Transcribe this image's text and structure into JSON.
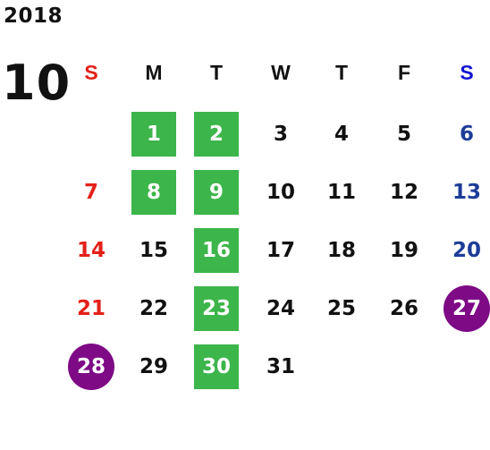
{
  "year": "2018",
  "month": "10",
  "colors": {
    "sunday": "#e32119",
    "saturday": "#1d3c98",
    "saturday_header": "#1414d6",
    "default": "#111111",
    "green_mark": "#3cb54a",
    "purple_mark": "#7e0a86"
  },
  "weekdays": [
    "S",
    "M",
    "T",
    "W",
    "T",
    "F",
    "S"
  ],
  "weeks": [
    [
      {
        "day": "",
        "mark": null
      },
      {
        "day": "1",
        "mark": "green"
      },
      {
        "day": "2",
        "mark": "green"
      },
      {
        "day": "3",
        "mark": null
      },
      {
        "day": "4",
        "mark": null
      },
      {
        "day": "5",
        "mark": null
      },
      {
        "day": "6",
        "mark": null
      }
    ],
    [
      {
        "day": "7",
        "mark": null
      },
      {
        "day": "8",
        "mark": "green"
      },
      {
        "day": "9",
        "mark": "green"
      },
      {
        "day": "10",
        "mark": null
      },
      {
        "day": "11",
        "mark": null
      },
      {
        "day": "12",
        "mark": null
      },
      {
        "day": "13",
        "mark": null
      }
    ],
    [
      {
        "day": "14",
        "mark": null
      },
      {
        "day": "15",
        "mark": null
      },
      {
        "day": "16",
        "mark": "green"
      },
      {
        "day": "17",
        "mark": null
      },
      {
        "day": "18",
        "mark": null
      },
      {
        "day": "19",
        "mark": null
      },
      {
        "day": "20",
        "mark": null
      }
    ],
    [
      {
        "day": "21",
        "mark": null
      },
      {
        "day": "22",
        "mark": null
      },
      {
        "day": "23",
        "mark": "green"
      },
      {
        "day": "24",
        "mark": null
      },
      {
        "day": "25",
        "mark": null
      },
      {
        "day": "26",
        "mark": null
      },
      {
        "day": "27",
        "mark": "purple"
      }
    ],
    [
      {
        "day": "28",
        "mark": "purple"
      },
      {
        "day": "29",
        "mark": null
      },
      {
        "day": "30",
        "mark": "green"
      },
      {
        "day": "31",
        "mark": null
      },
      {
        "day": "",
        "mark": null
      },
      {
        "day": "",
        "mark": null
      },
      {
        "day": "",
        "mark": null
      }
    ]
  ]
}
